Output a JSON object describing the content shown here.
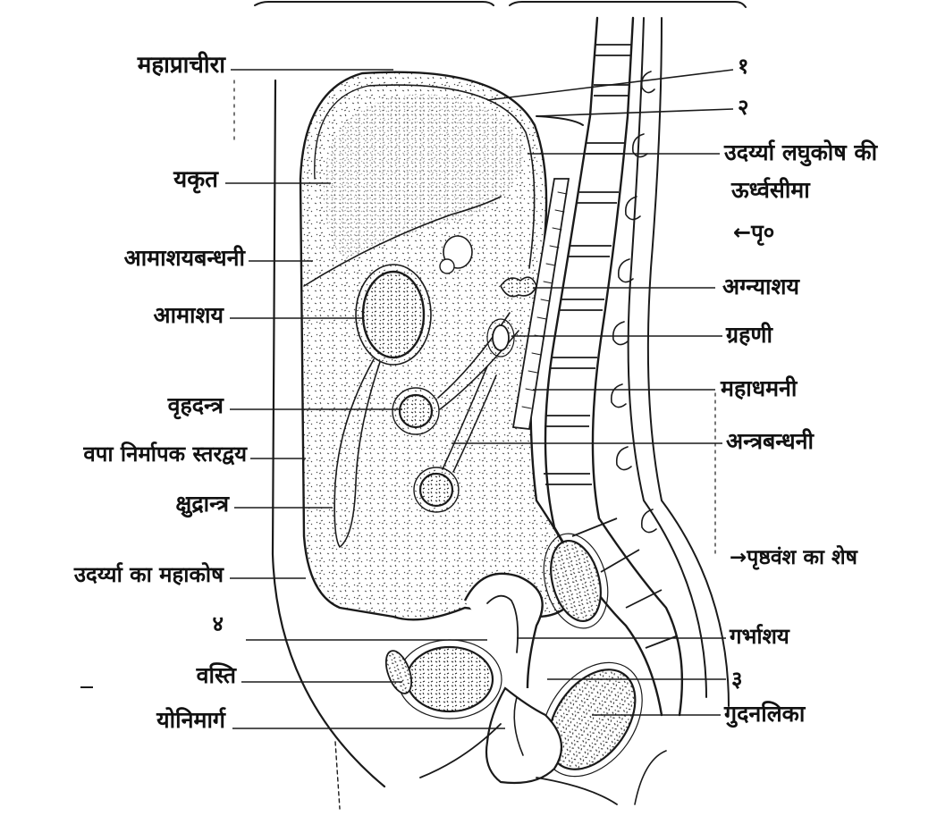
{
  "labels_left": [
    {
      "id": "diaphragm",
      "text": "महाप्राचीरा"
    },
    {
      "id": "liver",
      "text": "यकृत"
    },
    {
      "id": "gastric-ligament",
      "text": "आमाशयबन्धनी"
    },
    {
      "id": "stomach",
      "text": "आमाशय"
    },
    {
      "id": "large-intestine",
      "text": "वृहदन्त्र"
    },
    {
      "id": "omentum-layers",
      "text": "वपा निर्मापक स्तरद्वय"
    },
    {
      "id": "small-intestine",
      "text": "क्षुद्रान्त्र"
    },
    {
      "id": "greater-sac",
      "text": "उदर्य्या का महाकोष"
    },
    {
      "id": "num-4",
      "text": "४"
    },
    {
      "id": "bladder",
      "text": "वस्ति"
    },
    {
      "id": "vagina",
      "text": "योनिमार्ग"
    }
  ],
  "labels_right": [
    {
      "id": "num-1",
      "text": "१"
    },
    {
      "id": "num-2",
      "text": "२"
    },
    {
      "id": "lesser-sac-line1",
      "text": "उदर्य्या लघुकोष की"
    },
    {
      "id": "lesser-sac-line2",
      "text": "ऊर्ध्वसीमा"
    },
    {
      "id": "vertebra-ref",
      "text": "←पृ०"
    },
    {
      "id": "pancreas",
      "text": "अग्न्याशय"
    },
    {
      "id": "duodenum",
      "text": "ग्रहणी"
    },
    {
      "id": "aorta",
      "text": "महाधमनी"
    },
    {
      "id": "mesentery",
      "text": "अन्त्रबन्धनी"
    },
    {
      "id": "spine-rest",
      "text": "→पृष्ठवंश का शेष"
    },
    {
      "id": "uterus",
      "text": "गर्भाशय"
    },
    {
      "id": "num-3",
      "text": "३"
    },
    {
      "id": "rectum",
      "text": "गुदनलिका"
    }
  ]
}
